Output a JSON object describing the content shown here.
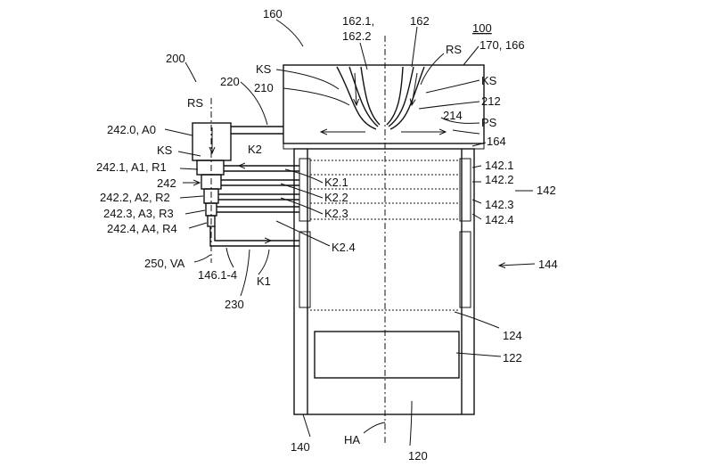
{
  "figure": {
    "ref_number": "100",
    "labels": {
      "l160": "160",
      "l162_1a": "162.1,",
      "l162_1b": "162.2",
      "l162": "162",
      "l170": "170, 166",
      "l200": "200",
      "lRS_left": "RS",
      "lRS_right": "RS",
      "l220": "220",
      "lKS_top": "KS",
      "l210": "210",
      "lKS_right": "KS",
      "l212": "212",
      "l214": "214",
      "lPS": "PS",
      "l164": "164",
      "l242_0": "242.0, A0",
      "lKS_left": "KS",
      "lK2": "K2",
      "l242_1": "242.1, A1, R1",
      "l242": "242",
      "l242_2": "242.2, A2, R2",
      "l242_3": "242.3, A3, R3",
      "l242_4": "242.4, A4, R4",
      "lK2_1": "K2.1",
      "lK2_2": "K2.2",
      "lK2_3": "K2.3",
      "lK2_4": "K2.4",
      "l142_1": "142.1",
      "l142_2": "142.2",
      "l142": "142",
      "l142_3": "142.3",
      "l142_4": "142.4",
      "l250": "250, VA",
      "l146": "146.1-4",
      "lK1": "K1",
      "l230": "230",
      "l144": "144",
      "l124": "124",
      "l122": "122",
      "l140": "140",
      "lHA": "HA",
      "l120": "120"
    }
  }
}
